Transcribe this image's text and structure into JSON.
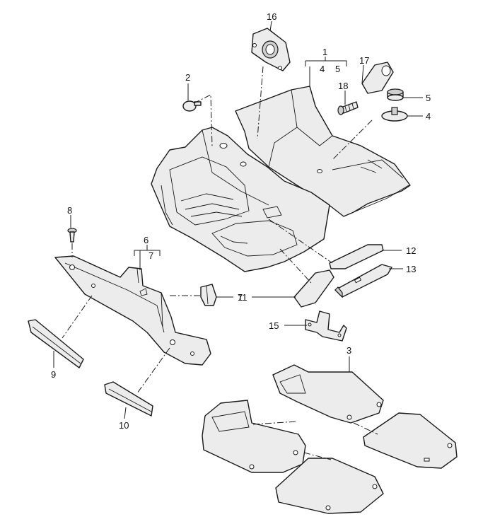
{
  "labels": {
    "p1": "1",
    "p1_sub_a": "4",
    "p1_sub_b": "5",
    "p2": "2",
    "p3": "3",
    "p4": "4",
    "p5": "5",
    "p6": "6",
    "p6_sub": "7",
    "p7": "7",
    "p8": "8",
    "p9": "9",
    "p10": "10",
    "p11": "11",
    "p12": "12",
    "p13": "13",
    "p15": "15",
    "p16": "16",
    "p17": "17",
    "p18": "18"
  }
}
